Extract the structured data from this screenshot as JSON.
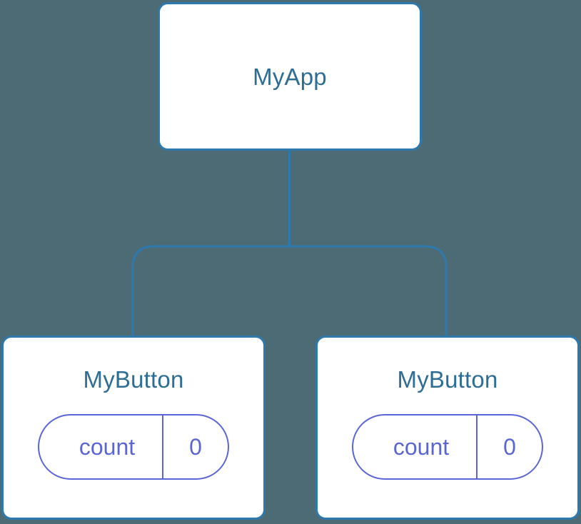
{
  "diagram": {
    "type": "component-tree",
    "background_color": "#4d6b75",
    "node_border_color": "#2d79ad",
    "node_fill_color": "#ffffff",
    "node_title_color": "#2e6d94",
    "state_pill_color": "#5a66d6",
    "edge_color": "#2d79ad"
  },
  "root": {
    "title": "MyApp"
  },
  "children": [
    {
      "title": "MyButton",
      "state": {
        "key": "count",
        "value": "0"
      }
    },
    {
      "title": "MyButton",
      "state": {
        "key": "count",
        "value": "0"
      }
    }
  ]
}
